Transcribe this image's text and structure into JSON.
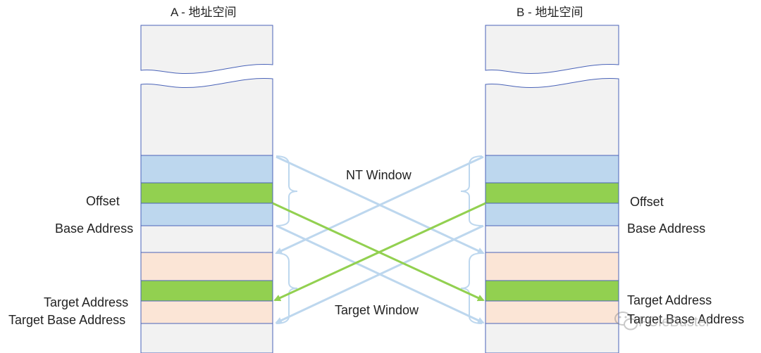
{
  "address_space_a": {
    "title": "A - 地址空间",
    "label_offset": "Offset",
    "label_base_address": "Base Address",
    "label_target_address": "Target Address",
    "label_target_base_address": "Target  Base Address"
  },
  "address_space_b": {
    "title": "B - 地址空间",
    "label_offset": "Offset",
    "label_base_address": "Base Address",
    "label_target_address": "Target Address",
    "label_target_base_address": "Target  Base Address"
  },
  "windows": {
    "nt_window": "NT Window",
    "target_window": "Target Window"
  },
  "watermark": "PCIeBuster",
  "colors": {
    "memory_fill": "#f2f2f2",
    "memory_stroke": "#4a63b8",
    "nt_window_fill": "#bdd7ee",
    "offset_fill": "#92d050",
    "target_window_fill": "#fbe5d6",
    "blue_arrow": "#bdd7ee",
    "green_arrow": "#92d050"
  }
}
